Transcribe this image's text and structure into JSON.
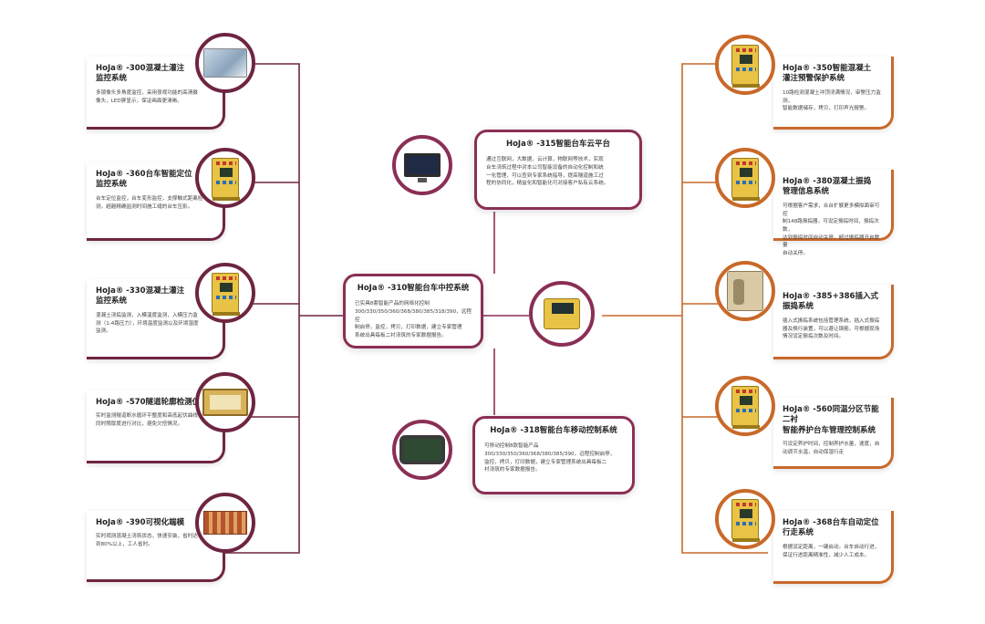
{
  "colors": {
    "left_accent": "#6e2542",
    "right_accent": "#c9692a",
    "center_accent": "#8a2f55"
  },
  "left": [
    {
      "title": "HoJa® -300混凝土灌注\n监控系统",
      "desc": "多镜像头多角度监控，采用夜视功能的高清摄\n像头，LED屏显示，保证画面更清晰。",
      "icon": "camera-photo-icon"
    },
    {
      "title": "HoJa® -360台车智能定位\n监控系统",
      "desc": "台车定位监控，台车变形监控，支撑触式距离检\n测，超越精确监测时间施工缝的台车压影。",
      "icon": "yellow-cabinet-icon"
    },
    {
      "title": "HoJa® -330混凝土灌注\n监控系统",
      "desc": "混凝土浇捣监测，入模温度监测，入模压力监\n测（1-4路压力），环境温度监测以及环境湿度\n监测。",
      "icon": "yellow-cabinet-icon"
    },
    {
      "title": "HoJa® -570隧道轮廓检测仪",
      "desc": "实时监测隧道断水循环平整度和高低起伏曲线，\n同时限厚度进行对比，避免欠挖情况。",
      "icon": "profile-scanner-icon"
    },
    {
      "title": "HoJa® -390可视化端模",
      "desc": "实时观测混凝土浇筑状态，快速安装，省时达\n到80%以上，工人省时。",
      "icon": "formwork-model-icon"
    }
  ],
  "right": [
    {
      "title": "HoJa® -350智能混凝土\n灌注预警保护系统",
      "desc": "10路检测混凝土冲顶浇满情况，审警压力监测，\n智能数据储存，拷贝，打印声光报警。",
      "icon": "yellow-cabinet-icon"
    },
    {
      "title": "HoJa® -380混凝土振捣\n管理信息系统",
      "desc": "可根据客户需求，合台扩展更多模拟面审可控\n制148路振捣器，可设定振捣时间，振捣次数，\n达到振捣时间自动关停，超过振捣器开启数量\n自动关停。",
      "icon": "yellow-cabinet-icon"
    },
    {
      "title": "HoJa® -385+386插入式\n振捣系统",
      "desc": "插入式振捣系统包括管理系统，插入式振捣\n器及换行装置，可以避让钢筋，可根据现场\n情况设定振捣次数及时间。",
      "icon": "vibrator-unit-icon"
    },
    {
      "title": "HoJa® -560同温分区节能二衬\n智能养护台车管理控制系统",
      "desc": "可设定养护时间，控制养护水量，速度，自\n动调节水温，自动保湿行走",
      "icon": "yellow-cabinet-icon"
    },
    {
      "title": "HoJa® -368台车自动定位\n行走系统",
      "desc": "根据设定距离，一键启动，台车自动行进，\n保证行进距离精准性，减少人工成本。",
      "icon": "yellow-cabinet-icon"
    }
  ],
  "center": {
    "cloud": {
      "title": "HoJa® -315智能台车云平台",
      "desc": "通过互联网，大数据，云计算，物联网等技术，实现\n台车浇筑过程中对本公司智能设备的自动化控制和统\n一化管理，可以查到专家系统指导，提高隧道施工过\n程的协同化，精益化和智能化可对接客户私有云系统。",
      "icon": "computer-devices-icon"
    },
    "main": {
      "title": "HoJa® -310智能台车中控系统",
      "desc": "已实具8套智能产品的网络化控制\n300/330/350/360/368/380/385/318/390，远程控\n制启停，监控，拷贝，打印数据，建立专家管理\n系统出具每板二衬浇筑的专家数据报告。",
      "icon": "control-console-icon"
    },
    "mobile": {
      "title": "HoJa® -318智能台车移动控制系统",
      "desc": "可移动控制8款智能产品\n300/330/350/360/368/380/385/390，远程控制启停，\n监控，拷贝，打印数据，建立专家管理系统出具每板二\n衬浇筑的专家数据报告。",
      "icon": "tablet-controller-icon"
    }
  }
}
